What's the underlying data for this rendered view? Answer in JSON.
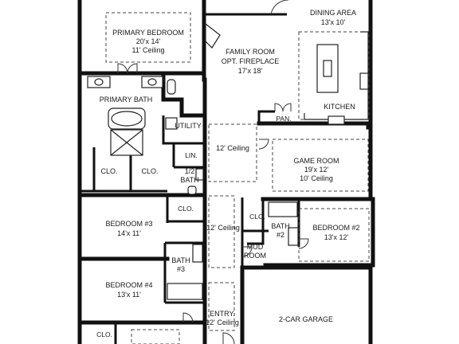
{
  "rooms": {
    "primary_bedroom": {
      "name": "PRIMARY BEDROOM",
      "size": "20'x 14'",
      "note": "11' Ceiling"
    },
    "dining_area": {
      "name": "DINING AREA",
      "size": "13'x 10'"
    },
    "family_room": {
      "name": "FAMILY ROOM",
      "note": "OPT. FIREPLACE",
      "size": "17'x 18'"
    },
    "kitchen": {
      "name": "KITCHEN"
    },
    "primary_bath": {
      "name": "PRIMARY BATH"
    },
    "pan": {
      "name": "PAN."
    },
    "utility": {
      "name": "UTILITY"
    },
    "hall_ceiling_1": {
      "note": "12' Ceiling"
    },
    "lin": {
      "name": "LIN."
    },
    "game_room": {
      "name": "GAME ROOM",
      "size": "19'x 12'",
      "note": "10' Ceiling"
    },
    "half_bath": {
      "name": "1/2",
      "name2": "BATH"
    },
    "clo_1": {
      "name": "CLO."
    },
    "clo_2": {
      "name": "CLO."
    },
    "clo_3": {
      "name": "CLO."
    },
    "clo_4": {
      "name": "CLO."
    },
    "clo_5": {
      "name": "CLO."
    },
    "bedroom_3": {
      "name": "BEDROOM #3",
      "size": "14'x 11'"
    },
    "hall_ceiling_2": {
      "note": "12' Ceiling"
    },
    "bath_2": {
      "name": "BATH",
      "name2": "#2"
    },
    "bedroom_2": {
      "name": "BEDROOM #2",
      "size": "13'x 12'"
    },
    "mud_room": {
      "name": "MUD",
      "name2": "ROOM"
    },
    "bath_3": {
      "name": "BATH",
      "name2": "#3"
    },
    "bedroom_4": {
      "name": "BEDROOM #4",
      "size": "13'x 11'"
    },
    "entry": {
      "name": "ENTRY.",
      "note": "12' Ceiling"
    },
    "garage": {
      "name": "2-CAR GARAGE"
    }
  }
}
